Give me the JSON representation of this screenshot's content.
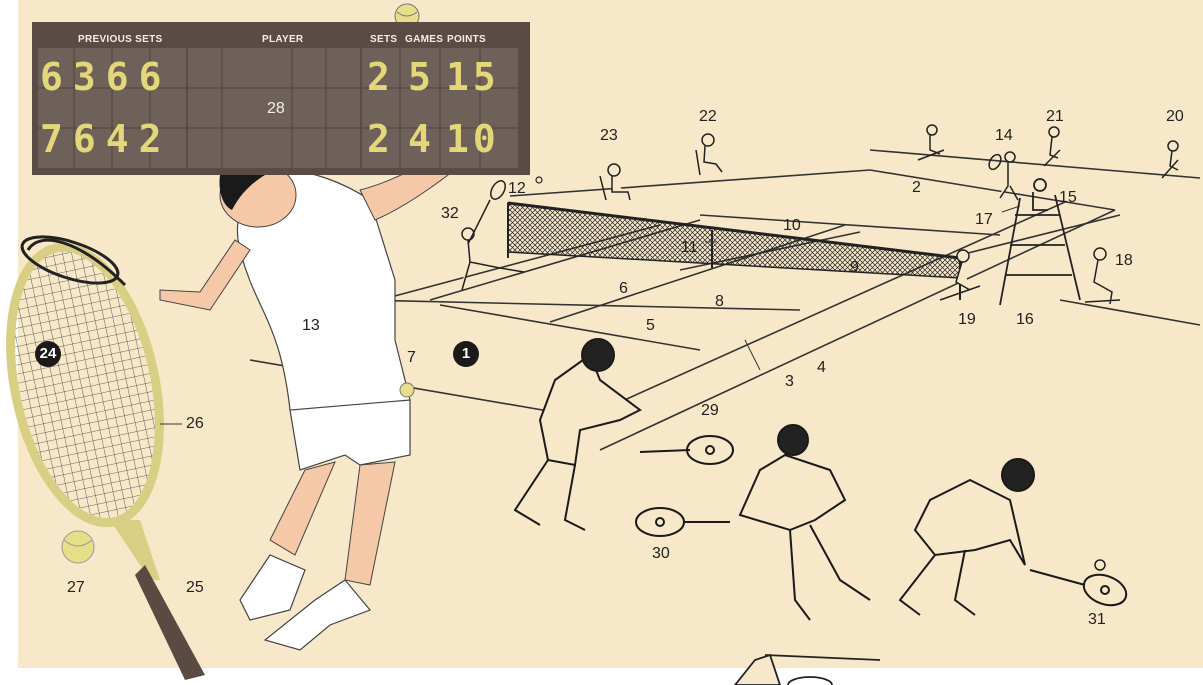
{
  "colors": {
    "background": "#f7e8c9",
    "scoreboard": "#5a4c45",
    "scoreboard_panel": "#6e615a",
    "scoreboard_digits": "#e3d77a",
    "ball": "#e7de8a",
    "racket_frame": "#d9cf84",
    "racket_grip": "#5a4a42",
    "ink": "#1a1a1a"
  },
  "scoreboard": {
    "headers": {
      "previous_sets": "PREVIOUS SETS",
      "player": "PLAYER",
      "sets": "SETS",
      "games": "GAMES",
      "points": "POINTS"
    },
    "row1": {
      "previous_sets": "6366",
      "sets": "2",
      "games": "5",
      "points": "15"
    },
    "row2": {
      "previous_sets": "7642",
      "sets": "2",
      "games": "4",
      "points": "10"
    }
  },
  "badges": {
    "b1": "1",
    "b24": "24"
  },
  "labels": {
    "l2": "2",
    "l3": "3",
    "l4": "4",
    "l5": "5",
    "l6": "6",
    "l7": "7",
    "l8": "8",
    "l9": "9",
    "l10": "10",
    "l11": "11",
    "l12": "12",
    "l13": "13",
    "l14": "14",
    "l15": "15",
    "l16": "16",
    "l17": "17",
    "l18": "18",
    "l19": "19",
    "l20": "20",
    "l21": "21",
    "l22": "22",
    "l23": "23",
    "l25": "25",
    "l26": "26",
    "l27": "27",
    "l28": "28",
    "l29": "29",
    "l30": "30",
    "l31": "31",
    "l32": "32"
  },
  "icons": [
    "tennis-ball-icon",
    "tennis-racket-icon",
    "umpire-chair-icon",
    "tennis-net-icon"
  ]
}
